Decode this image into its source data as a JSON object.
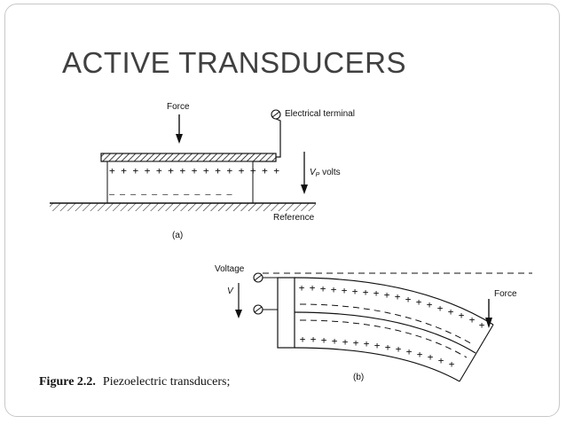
{
  "slide": {
    "title": "ACTIVE TRANSDUCERS"
  },
  "figure_a": {
    "force_label": "Force",
    "terminal_label": "Electrical terminal",
    "vp_symbol": "V",
    "vp_subscript": "P",
    "vp_units": " volts",
    "reference_label": "Reference",
    "part_label": "(a)",
    "plus_row": "+ + + + + + + + + + + + + + +",
    "minus_row": "— — — — — — — — — — — —"
  },
  "figure_b": {
    "voltage_label": "Voltage",
    "v_symbol": "V",
    "force_label": "Force",
    "part_label": "(b)"
  },
  "caption": {
    "prefix": "Figure  2.2.",
    "text": "Piezoelectric  transducers;"
  }
}
